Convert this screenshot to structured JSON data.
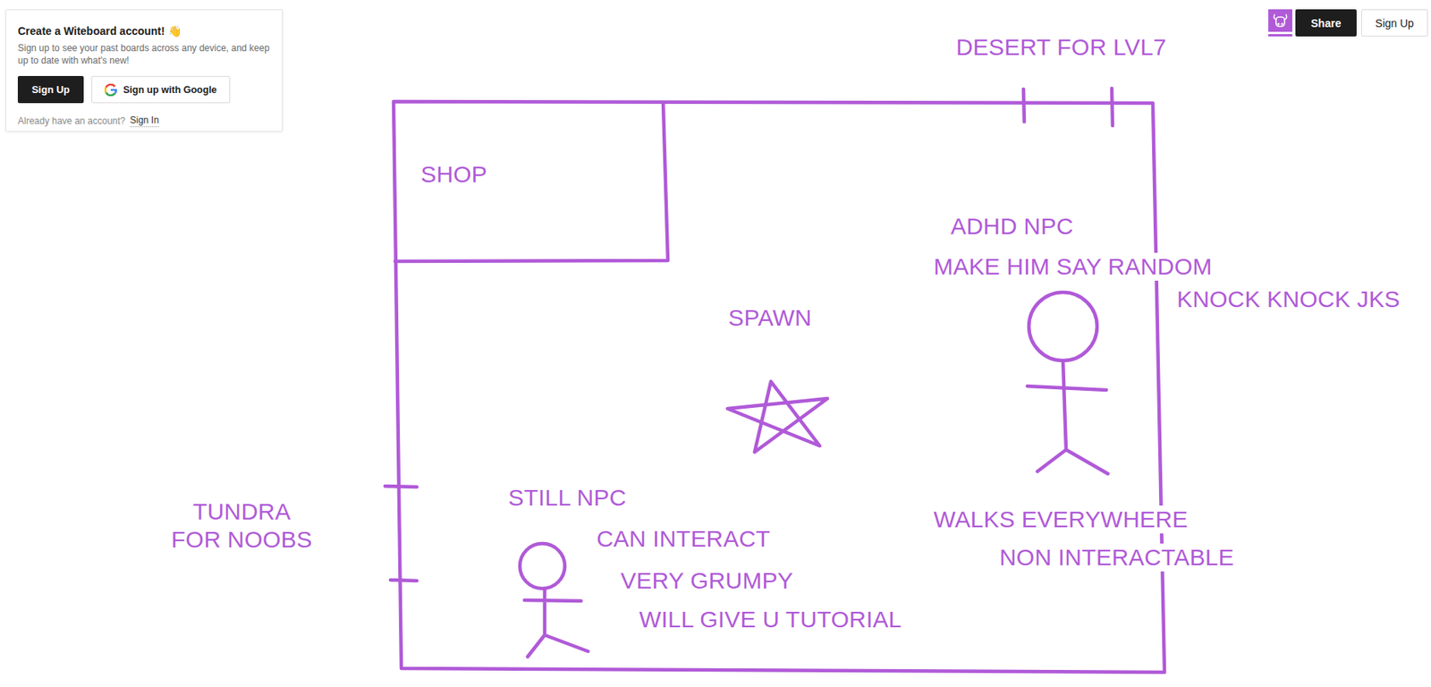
{
  "diagram": {
    "nodes": [
      {
        "text": [
          "Create a Witeboard account! 👋",
          "Sign up to see your past boards across any device, and keep up to date with what's new!",
          "Already have an account?",
          "Sign In"
        ]
      },
      {
        "text": [
          "Sign Up"
        ],
        "in": 0
      },
      {
        "text": [
          "Sign up with Google"
        ],
        "in": 0
      },
      {
        "text": [
          "Share"
        ]
      },
      {
        "text": [
          "Sign Up"
        ]
      },
      {
        "text": [
          "SPAWN"
        ]
      },
      {
        "text": [
          "SHOP"
        ],
        "in": 5
      }
    ],
    "labels": [
      "DESERT FOR LVL7",
      "ADHD NPC",
      "MAKE HIM SAY RANDOM",
      "KNOCK KNOCK JKS",
      "STILL NPC",
      "CAN INTERACT",
      "VERY GRUMPY",
      "WILL GIVE U TUTORIAL",
      "WALKS EVERYWHERE",
      "NON INTERACTABLE",
      "TUNDRA FOR NOOBS"
    ]
  }
}
